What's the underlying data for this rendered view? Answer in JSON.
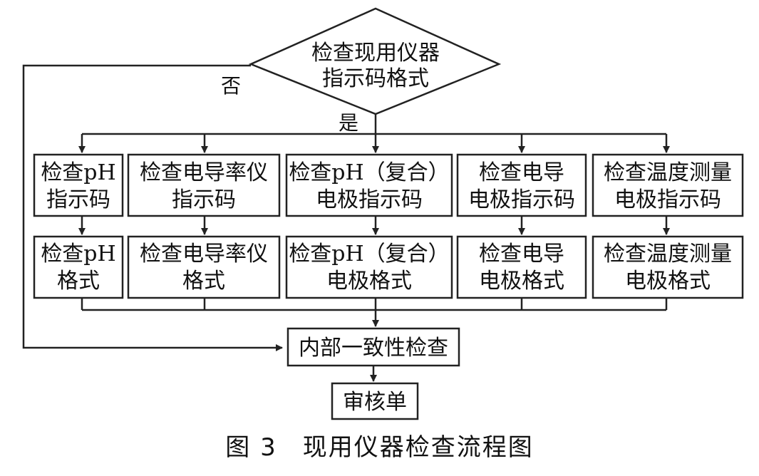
{
  "decision": {
    "line1": "检查现用仪器",
    "line2": "指示码格式"
  },
  "label_no": "否",
  "label_yes": "是",
  "row1": [
    {
      "line1": "检查pH",
      "line2": "指示码"
    },
    {
      "line1": "检查电导率仪",
      "line2": "指示码"
    },
    {
      "line1": "检查pH（复合）",
      "line2": "电极指示码"
    },
    {
      "line1": "检查电导",
      "line2": "电极指示码"
    },
    {
      "line1": "检查温度测量",
      "line2": "电极指示码"
    }
  ],
  "row2": [
    {
      "line1": "检查pH",
      "line2": "格式"
    },
    {
      "line1": "检查电导率仪",
      "line2": "格式"
    },
    {
      "line1": "检查pH（复合）",
      "line2": "电极格式"
    },
    {
      "line1": "检查电导",
      "line2": "电极格式"
    },
    {
      "line1": "检查温度测量",
      "line2": "电极格式"
    }
  ],
  "consistency": "内部一致性检查",
  "audit": "审核单",
  "caption": "图 3　现用仪器检查流程图"
}
